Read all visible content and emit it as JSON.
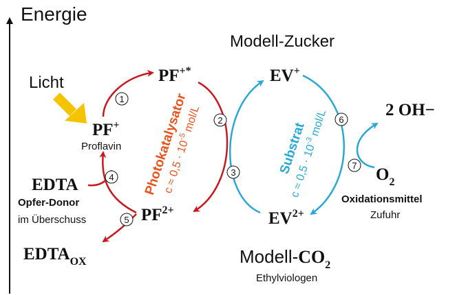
{
  "axis": {
    "label": "Energie"
  },
  "light": {
    "label": "Licht"
  },
  "photocatalyst": {
    "excited": "PF",
    "excited_sup": "+*",
    "ground": "PF",
    "ground_sup": "+",
    "ground_name": "Proflavin",
    "reduced": "PF",
    "reduced_sup": "2+",
    "title": "Photokatalysator",
    "conc_prefix": "c ≈ 0,5 · 10",
    "conc_exp": "-5",
    "conc_unit": " mol/L"
  },
  "donor": {
    "name": "EDTA",
    "role": "Opfer-Donor",
    "note": "im Überschuss",
    "oxidized": "EDTA",
    "oxidized_sub": "OX"
  },
  "substrate": {
    "oxidized": "EV",
    "oxidized_sup": "+",
    "reduced": "EV",
    "reduced_sup": "2+",
    "title": "Substrat",
    "conc_prefix": "c ≈ 0,5 · 10",
    "conc_exp": "-3",
    "conc_unit": " mol/L",
    "top_label": "Modell-Zucker",
    "bottom_label_prefix": "Modell-",
    "bottom_label_formula": "CO",
    "bottom_label_sub": "2",
    "bottom_name": "Ethylviologen"
  },
  "oxidant": {
    "formula": "O",
    "formula_sub": "2",
    "role": "Oxidationsmittel",
    "note": "Zufuhr",
    "product": "2 OH−"
  },
  "steps": [
    "1",
    "2",
    "3",
    "4",
    "5",
    "6",
    "7"
  ],
  "colors": {
    "red": "#c8181e",
    "blue": "#29a8d8",
    "orange": "#e8541e",
    "yellow": "#f5c400"
  }
}
